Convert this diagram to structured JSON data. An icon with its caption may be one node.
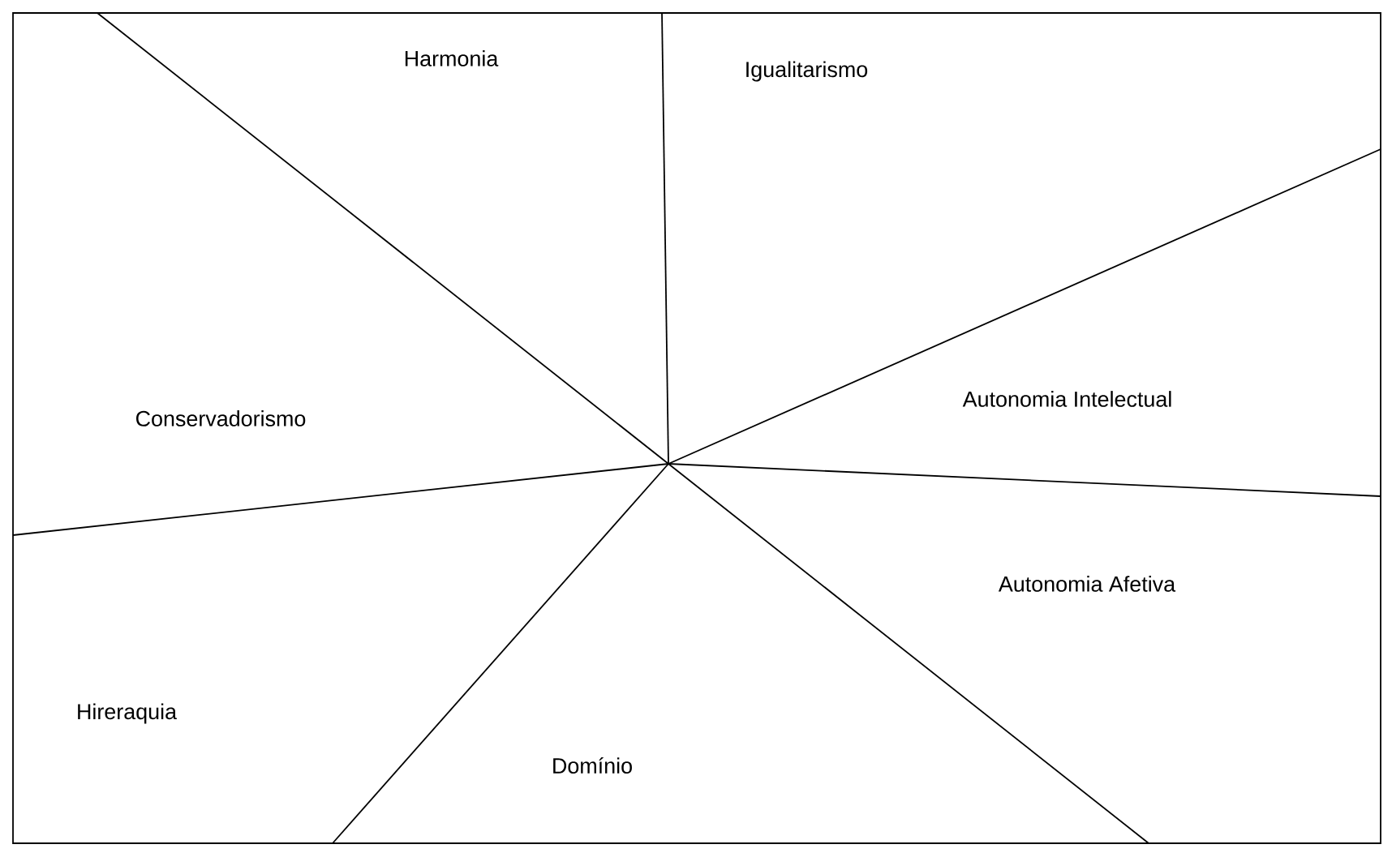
{
  "diagram": {
    "labels": [
      "Harmonia",
      "Igualitarismo",
      "Conservadorismo",
      "Autonomia Intelectual",
      "Autonomia Afetiva",
      "Hireraquia",
      "Domínio"
    ]
  }
}
